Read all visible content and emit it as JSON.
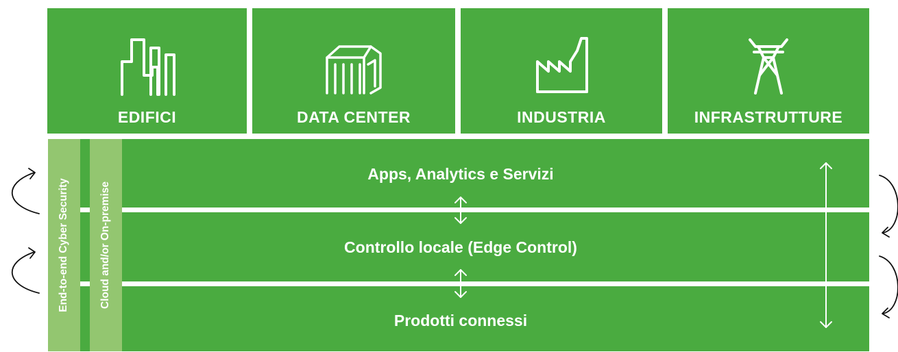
{
  "sectors": [
    {
      "label": "EDIFICI",
      "icon": "buildings-icon"
    },
    {
      "label": "DATA CENTER",
      "icon": "data-center-icon"
    },
    {
      "label": "INDUSTRIA",
      "icon": "factory-icon"
    },
    {
      "label": "INFRASTRUTTURE",
      "icon": "power-pylon-icon"
    }
  ],
  "layers": [
    {
      "label": "Apps, Analytics e Servizi"
    },
    {
      "label": "Controllo locale (Edge Control)"
    },
    {
      "label": "Prodotti connessi"
    }
  ],
  "side_labels": {
    "security": "End-to-end Cyber Security",
    "cloud": "Cloud and/or On-premise"
  },
  "colors": {
    "green": "#4aab40",
    "light_green": "#93c670",
    "text": "#ffffff",
    "arrow_dark": "#000000"
  }
}
